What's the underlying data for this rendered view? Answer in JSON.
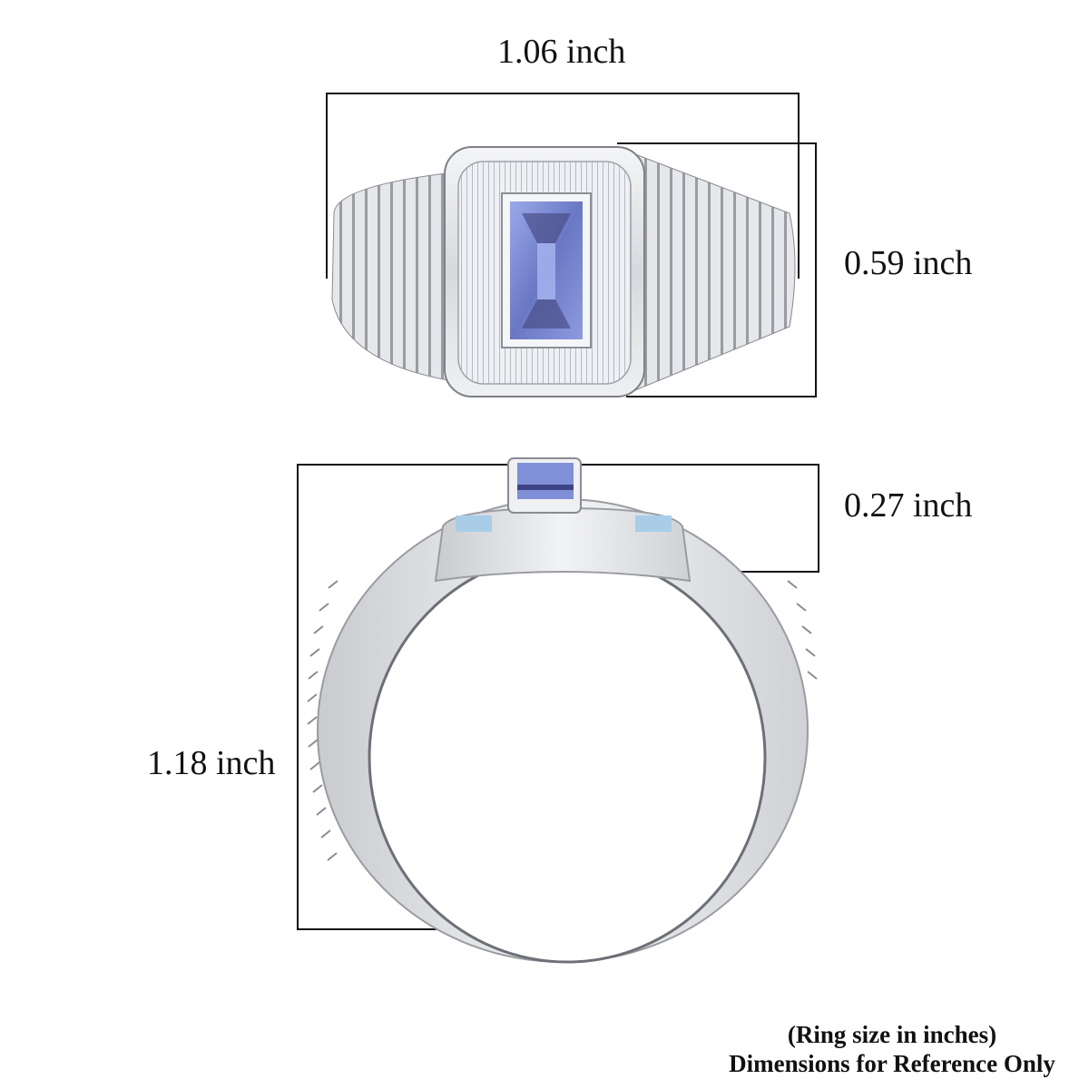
{
  "dimensions": {
    "width": {
      "label": "1.06 inch"
    },
    "top_height": {
      "label": "0.59 inch"
    },
    "stone_height": {
      "label": "0.27 inch"
    },
    "total_height": {
      "label": "1.18 inch"
    }
  },
  "footnote": {
    "line1": "(Ring size in inches)",
    "line2": "Dimensions for Reference Only"
  },
  "product": {
    "top_view": "ring-top-view",
    "side_view": "ring-side-view",
    "stone_color": "#7f8fd8",
    "metal_color": "#d9dadd",
    "accent_stone_color": "#a9cde8"
  }
}
